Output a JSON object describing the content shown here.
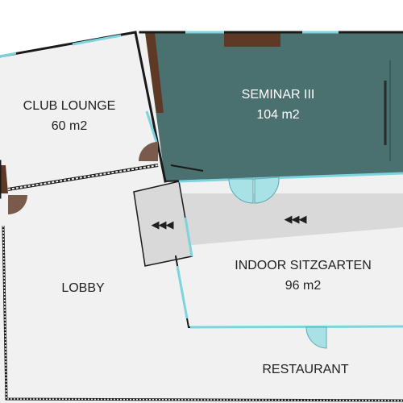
{
  "rooms": {
    "club_lounge": {
      "name": "CLUB LOUNGE",
      "area": "60 m2"
    },
    "seminar": {
      "name": "SEMINAR III",
      "area": "104 m2",
      "color": "#4a7070"
    },
    "lobby": {
      "name": "LOBBY"
    },
    "indoor_sitzgarten": {
      "name": "INDOOR SITZGARTEN",
      "area": "96 m2"
    },
    "restaurant": {
      "name": "RESTAURANT"
    }
  },
  "direction_markers": {
    "corridor": "◀◀◀",
    "passage": "◀◀◀"
  },
  "colors": {
    "floor": "#f1f1f1",
    "corridor": "#d9d9d9",
    "wall": "#1a1a1a",
    "window": "#7dd3de",
    "wood": "#5e3a26",
    "door": "#7a5a4a",
    "glass_door": "#a9e2e6"
  }
}
